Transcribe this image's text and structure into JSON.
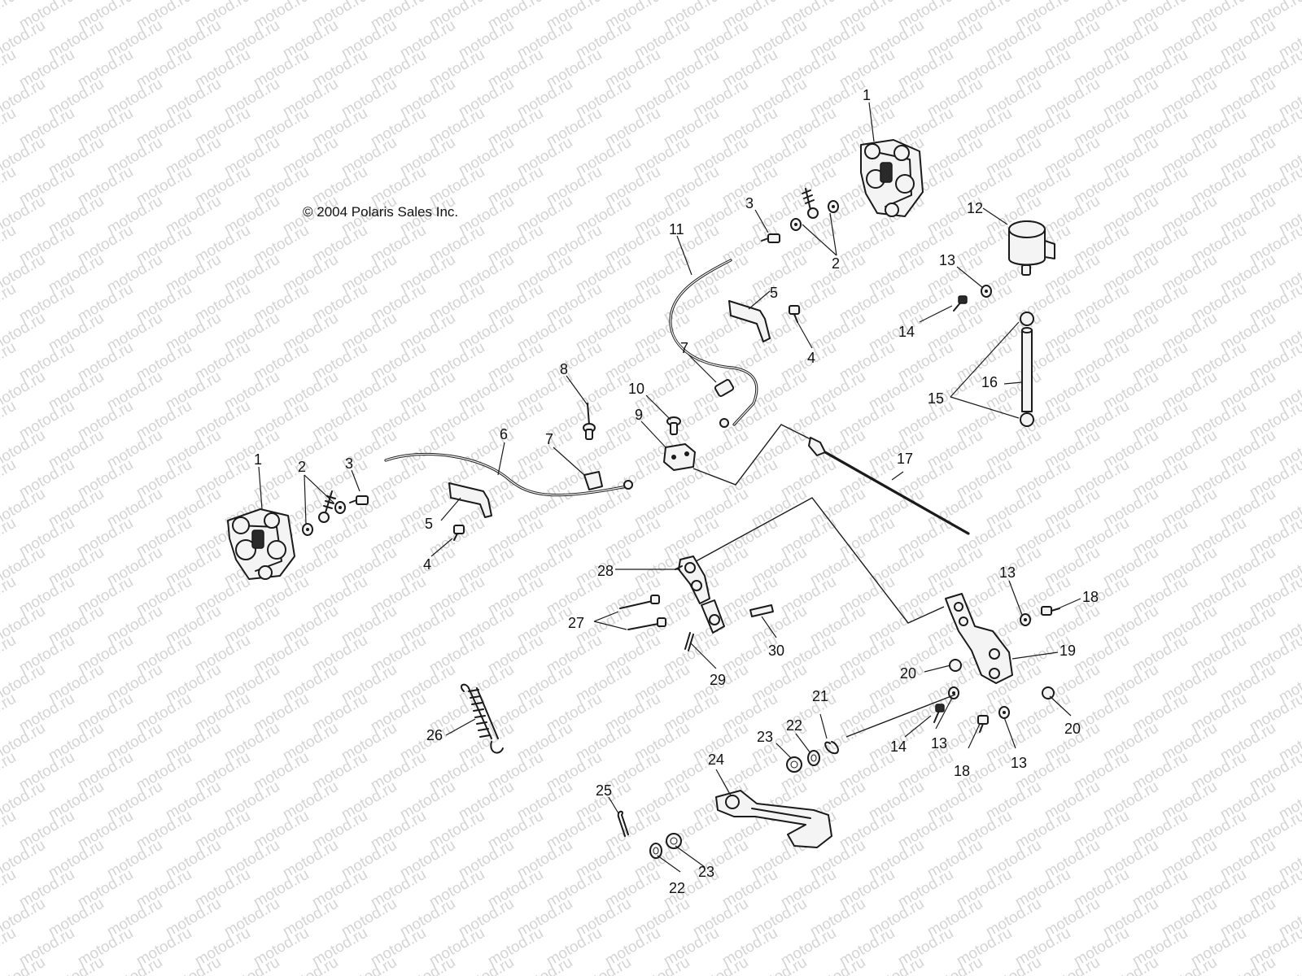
{
  "diagram": {
    "copyright": "© 2004 Polaris Sales Inc.",
    "watermark": "motod.ru",
    "callouts": [
      {
        "id": "c1a",
        "label": "1"
      },
      {
        "id": "c1b",
        "label": "1"
      },
      {
        "id": "c2a",
        "label": "2"
      },
      {
        "id": "c2b",
        "label": "2"
      },
      {
        "id": "c3a",
        "label": "3"
      },
      {
        "id": "c3b",
        "label": "3"
      },
      {
        "id": "c4a",
        "label": "4"
      },
      {
        "id": "c4b",
        "label": "4"
      },
      {
        "id": "c5a",
        "label": "5"
      },
      {
        "id": "c5b",
        "label": "5"
      },
      {
        "id": "c6",
        "label": "6"
      },
      {
        "id": "c7a",
        "label": "7"
      },
      {
        "id": "c7b",
        "label": "7"
      },
      {
        "id": "c8",
        "label": "8"
      },
      {
        "id": "c9",
        "label": "9"
      },
      {
        "id": "c10",
        "label": "10"
      },
      {
        "id": "c11",
        "label": "11"
      },
      {
        "id": "c12",
        "label": "12"
      },
      {
        "id": "c13a",
        "label": "13"
      },
      {
        "id": "c13b",
        "label": "13"
      },
      {
        "id": "c13c",
        "label": "13"
      },
      {
        "id": "c13d",
        "label": "13"
      },
      {
        "id": "c14a",
        "label": "14"
      },
      {
        "id": "c14b",
        "label": "14"
      },
      {
        "id": "c15",
        "label": "15"
      },
      {
        "id": "c16",
        "label": "16"
      },
      {
        "id": "c17",
        "label": "17"
      },
      {
        "id": "c18a",
        "label": "18"
      },
      {
        "id": "c18b",
        "label": "18"
      },
      {
        "id": "c19",
        "label": "19"
      },
      {
        "id": "c20a",
        "label": "20"
      },
      {
        "id": "c20b",
        "label": "20"
      },
      {
        "id": "c21",
        "label": "21"
      },
      {
        "id": "c22a",
        "label": "22"
      },
      {
        "id": "c22b",
        "label": "22"
      },
      {
        "id": "c23a",
        "label": "23"
      },
      {
        "id": "c23b",
        "label": "23"
      },
      {
        "id": "c24",
        "label": "24"
      },
      {
        "id": "c25",
        "label": "25"
      },
      {
        "id": "c26",
        "label": "26"
      },
      {
        "id": "c27",
        "label": "27"
      },
      {
        "id": "c28",
        "label": "28"
      },
      {
        "id": "c29",
        "label": "29"
      },
      {
        "id": "c30",
        "label": "30"
      }
    ]
  }
}
